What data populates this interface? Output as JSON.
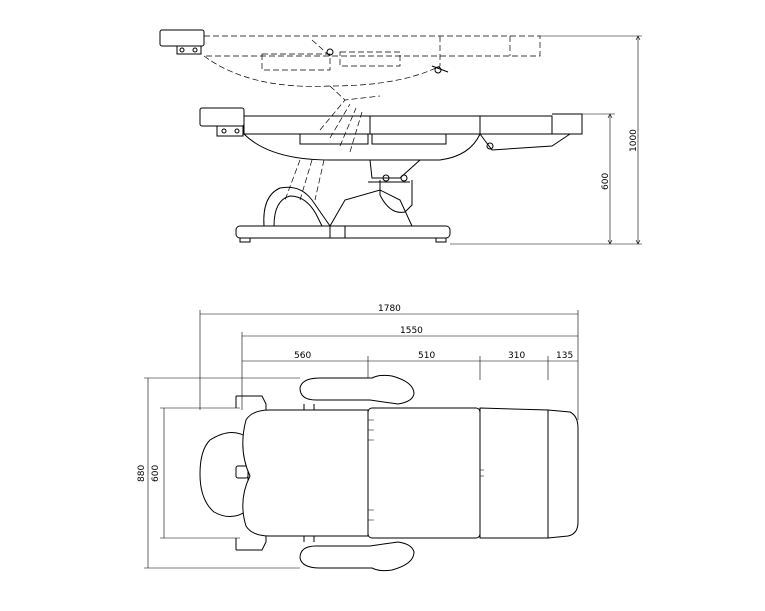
{
  "side_view": {
    "dim_height_total": "1000",
    "dim_height_seat": "600"
  },
  "top_view": {
    "dim_total_length": "1780",
    "dim_body_length": "1550",
    "dim_back": "560",
    "dim_seat": "510",
    "dim_leg": "310",
    "dim_foot": "135",
    "dim_width_total": "880",
    "dim_width_body": "600"
  }
}
